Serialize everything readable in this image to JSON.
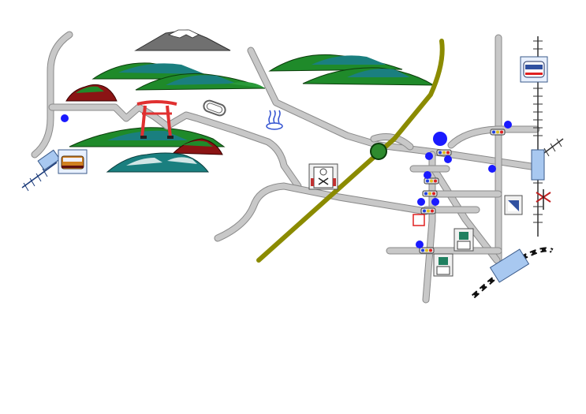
{
  "map": {
    "colors": {
      "road": "#c8c8c8",
      "road_outline": "#8a8a8a",
      "highway": "#8b8b00",
      "interchange": "#2e8b2e",
      "bus_stop": "#1a1aff",
      "mountain_green": "#1f8a2a",
      "mountain_teal": "#1a7f7f",
      "mountain_red": "#8b1414",
      "torii": "#e03030",
      "station": "#a8c8f0"
    },
    "features": [
      {
        "name": "mount-fuji-icon",
        "kind": "snow-capped mountain"
      },
      {
        "name": "torii-gate-icon",
        "kind": "shrine"
      },
      {
        "name": "hot-spring-icon",
        "kind": "onsen"
      },
      {
        "name": "school-icon",
        "kind": "school"
      },
      {
        "name": "train-icon",
        "kind": "railway"
      },
      {
        "name": "traffic-light-icon",
        "kind": "signal"
      }
    ]
  }
}
